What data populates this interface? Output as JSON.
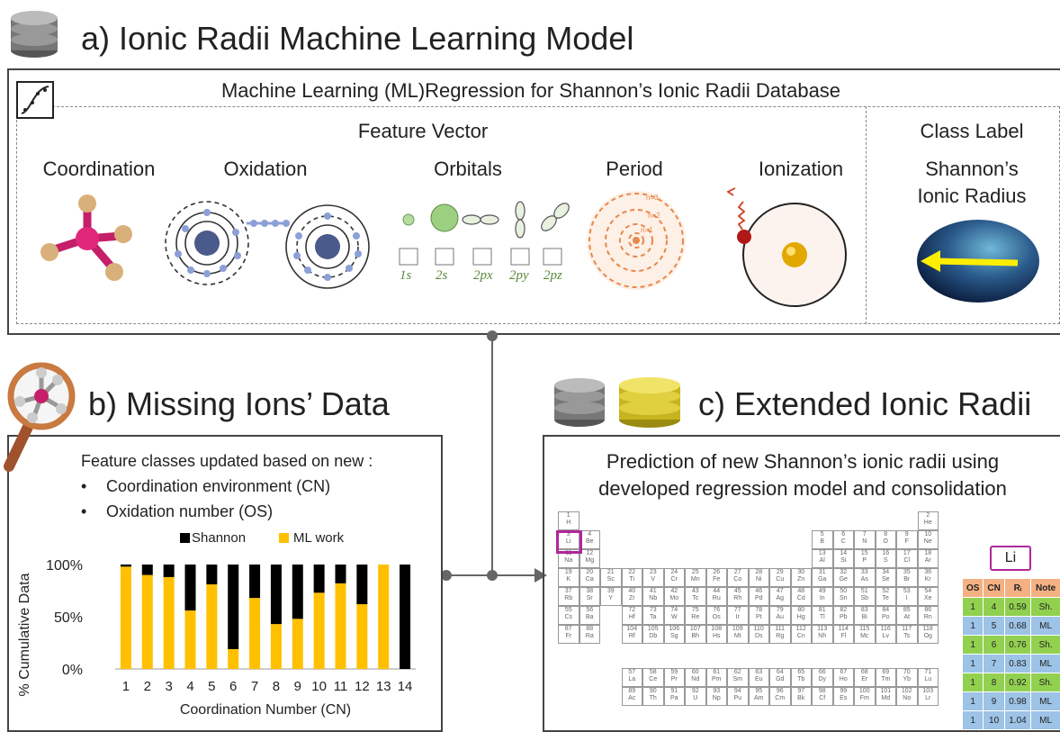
{
  "panel_a": {
    "title": "a) Ionic Radii Machine Learning Model",
    "subtitle": "Machine Learning (ML)Regression for Shannon’s Ionic Radii Database",
    "feature_vector": "Feature Vector",
    "class_label": "Class Label",
    "features": [
      "Coordination",
      "Oxidation",
      "Orbitals",
      "Period",
      "Ionization"
    ],
    "target": [
      "Shannon’s",
      "Ionic Radius"
    ],
    "orbital_labels": [
      "1s",
      "2s",
      "2px",
      "2py",
      "2pz"
    ],
    "shell_labels": [
      "n=3",
      "n=2",
      "n=1"
    ]
  },
  "panel_b": {
    "title": "b) Missing Ions’ Data",
    "intro": "Feature classes updated based on new :",
    "bullets": [
      "Coordination environment (CN)",
      "Oxidation number (OS)"
    ]
  },
  "panel_c": {
    "title": "c) Extended Ionic Radii",
    "desc": [
      "Prediction of new Shannon’s ionic radii using",
      "developed regression model and consolidation"
    ],
    "element_box": "Li",
    "table_headers": [
      "OS",
      "CN",
      "Rᵢ",
      "Note"
    ],
    "table_rows": [
      [
        "1",
        "4",
        "0.59",
        "Sh."
      ],
      [
        "1",
        "5",
        "0.68",
        "ML"
      ],
      [
        "1",
        "6",
        "0.76",
        "Sh."
      ],
      [
        "1",
        "7",
        "0.83",
        "ML"
      ],
      [
        "1",
        "8",
        "0.92",
        "Sh."
      ],
      [
        "1",
        "9",
        "0.98",
        "ML"
      ],
      [
        "1",
        "10",
        "1.04",
        "ML"
      ]
    ],
    "colors": {
      "sh": "#92d050",
      "ml": "#9dc3e6",
      "header": "#f4b183"
    }
  },
  "chart_data": {
    "type": "bar",
    "stacked": true,
    "categories": [
      "1",
      "2",
      "3",
      "4",
      "5",
      "6",
      "7",
      "8",
      "9",
      "10",
      "11",
      "12",
      "13",
      "14"
    ],
    "series": [
      {
        "name": "Shannon",
        "color": "#000000",
        "values": [
          2,
          10,
          12,
          44,
          19,
          81,
          32,
          57,
          52,
          27,
          18,
          38,
          0,
          100
        ]
      },
      {
        "name": "ML work",
        "color": "#ffc000",
        "values": [
          98,
          90,
          88,
          56,
          81,
          19,
          68,
          43,
          48,
          73,
          82,
          62,
          100,
          0
        ]
      }
    ],
    "xlabel": "Coordination Number (CN)",
    "ylabel": "% Cumulative Data",
    "yticks": [
      "0%",
      "50%",
      "100%"
    ],
    "ylim": [
      0,
      100
    ],
    "legend": "top"
  },
  "periodic_table": {
    "symbols": [
      "H",
      "He",
      "Li",
      "Be",
      "B",
      "C",
      "N",
      "O",
      "F",
      "Ne",
      "Na",
      "Mg",
      "Al",
      "Si",
      "P",
      "S",
      "Cl",
      "Ar",
      "K",
      "Ca",
      "Sc",
      "Ti",
      "V",
      "Cr",
      "Mn",
      "Fe",
      "Co",
      "Ni",
      "Cu",
      "Zn",
      "Ga",
      "Ge",
      "As",
      "Se",
      "Br",
      "Kr",
      "Rb",
      "Sr",
      "Y",
      "Zr",
      "Nb",
      "Mo",
      "Tc",
      "Ru",
      "Rh",
      "Pd",
      "Ag",
      "Cd",
      "In",
      "Sn",
      "Sb",
      "Te",
      "I",
      "Xe",
      "Cs",
      "Ba",
      "Hf",
      "Ta",
      "W",
      "Re",
      "Os",
      "Ir",
      "Pt",
      "Au",
      "Hg",
      "Tl",
      "Pb",
      "Bi",
      "Po",
      "At",
      "Rn",
      "Fr",
      "Ra",
      "Rf",
      "Db",
      "Sg",
      "Bh",
      "Hs",
      "Mt",
      "Ds",
      "Rg",
      "Cn",
      "Nh",
      "Fl",
      "Mc",
      "Lv",
      "Ts",
      "Og",
      "La",
      "Ce",
      "Pr",
      "Nd",
      "Pm",
      "Sm",
      "Eu",
      "Gd",
      "Tb",
      "Dy",
      "Ho",
      "Er",
      "Tm",
      "Yb",
      "Lu",
      "Ac",
      "Th",
      "Pa",
      "U",
      "Np",
      "Pu",
      "Am",
      "Cm",
      "Bk",
      "Cf",
      "Es",
      "Fm",
      "Md",
      "No",
      "Lr"
    ]
  }
}
